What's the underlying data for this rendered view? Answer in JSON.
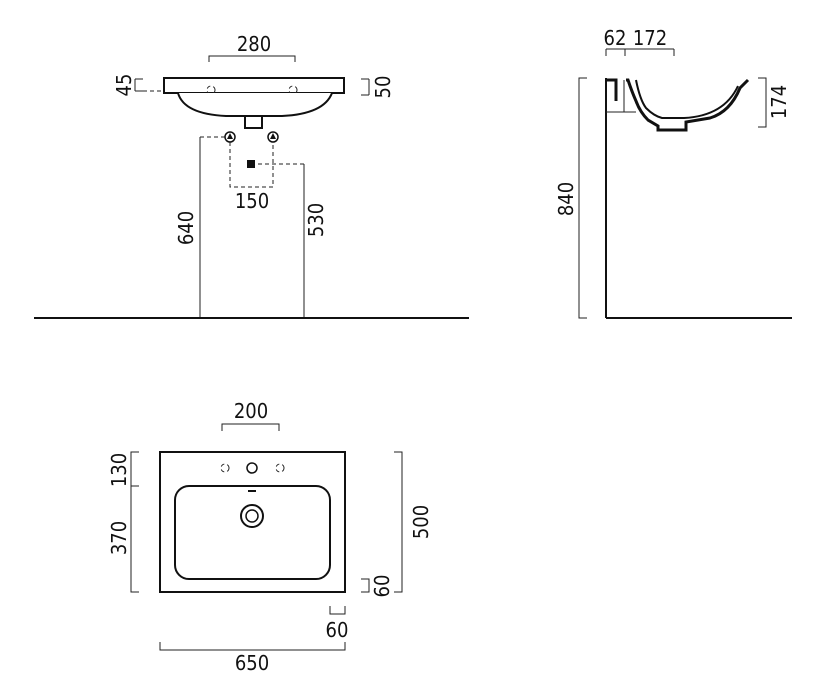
{
  "front_view": {
    "top_width": "280",
    "rim_left": "45",
    "rim_right": "50",
    "valve_spacing": "150",
    "left_height": "640",
    "right_height": "530"
  },
  "side_view": {
    "wall_offset": "62",
    "bowl_depth_offset": "172",
    "rim_height": "174",
    "total_height": "840"
  },
  "top_view": {
    "tap_spacing": "200",
    "back_depth": "130",
    "bowl_depth": "370",
    "total_depth": "500",
    "front_rim": "60",
    "side_rim": "60",
    "total_width": "650"
  }
}
